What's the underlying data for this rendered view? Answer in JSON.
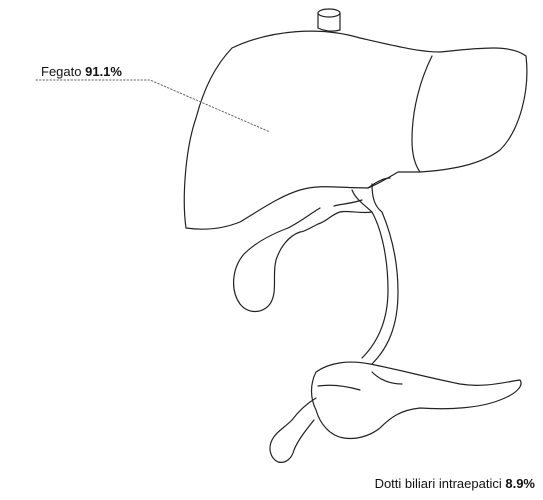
{
  "labels": {
    "liver": {
      "name": "Fegato",
      "value": "91.1%"
    },
    "ducts": {
      "name": "Dotti biliari intraepatici",
      "value": "8.9%"
    }
  },
  "colors": {
    "stroke": "#222222",
    "leader": "#666666"
  }
}
